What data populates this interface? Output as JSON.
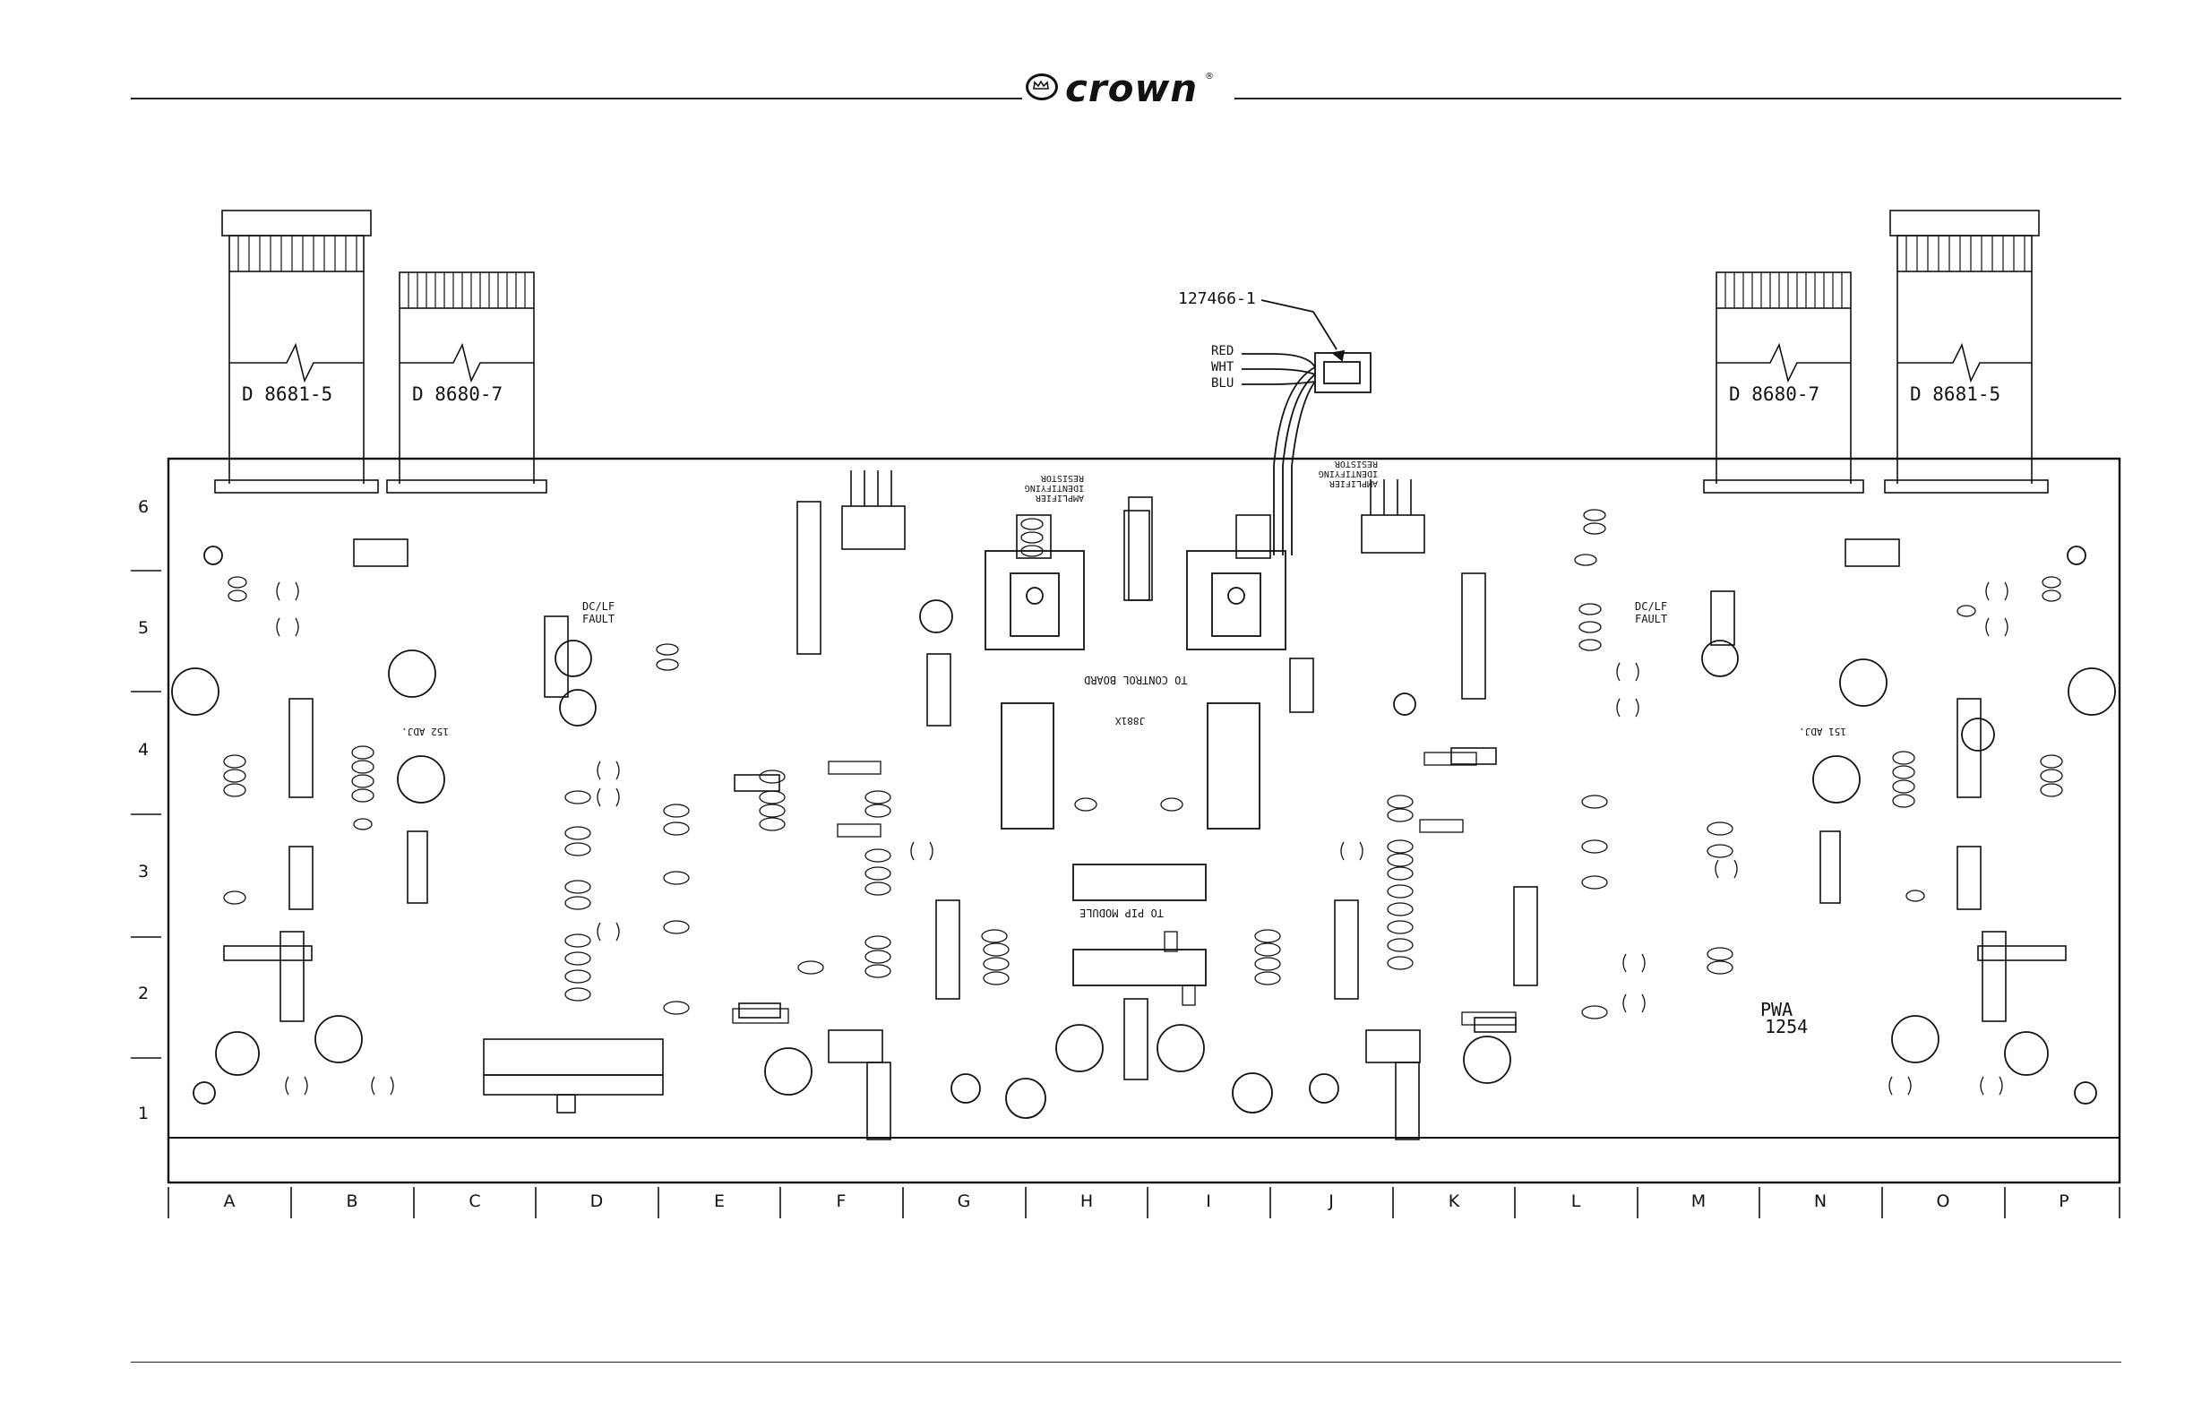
{
  "header": {
    "brand": "crown",
    "registered_mark": "®"
  },
  "cables": [
    {
      "id": "left-outer",
      "label": "D 8681-5"
    },
    {
      "id": "left-inner",
      "label": "D 8680-7"
    },
    {
      "id": "right-inner",
      "label": "D 8680-7"
    },
    {
      "id": "right-outer",
      "label": "D 8681-5"
    }
  ],
  "harness": {
    "part_number": "127466-1",
    "wires": [
      "RED",
      "WHT",
      "BLU"
    ]
  },
  "board": {
    "pwa_label": "PWA",
    "pwa_number": "1254",
    "module_labels": [
      "TO CONTROL BOARD",
      "TO PIP MODULE",
      "J881X"
    ],
    "resistor_notes": [
      "AMPLIFIER IDENTIFYING RESISTOR",
      "AMPLIFIER IDENTIFYING RESISTOR"
    ],
    "fault_labels": [
      "DC/LF FAULT",
      "DC/LF FAULT"
    ],
    "adj_labels": [
      "152 ADJ.",
      "151 ADJ."
    ]
  },
  "grid": {
    "columns": [
      "A",
      "B",
      "C",
      "D",
      "E",
      "F",
      "G",
      "H",
      "I",
      "J",
      "K",
      "L",
      "M",
      "N",
      "O",
      "P"
    ],
    "rows": [
      "6",
      "5",
      "4",
      "3",
      "2",
      "1"
    ]
  }
}
